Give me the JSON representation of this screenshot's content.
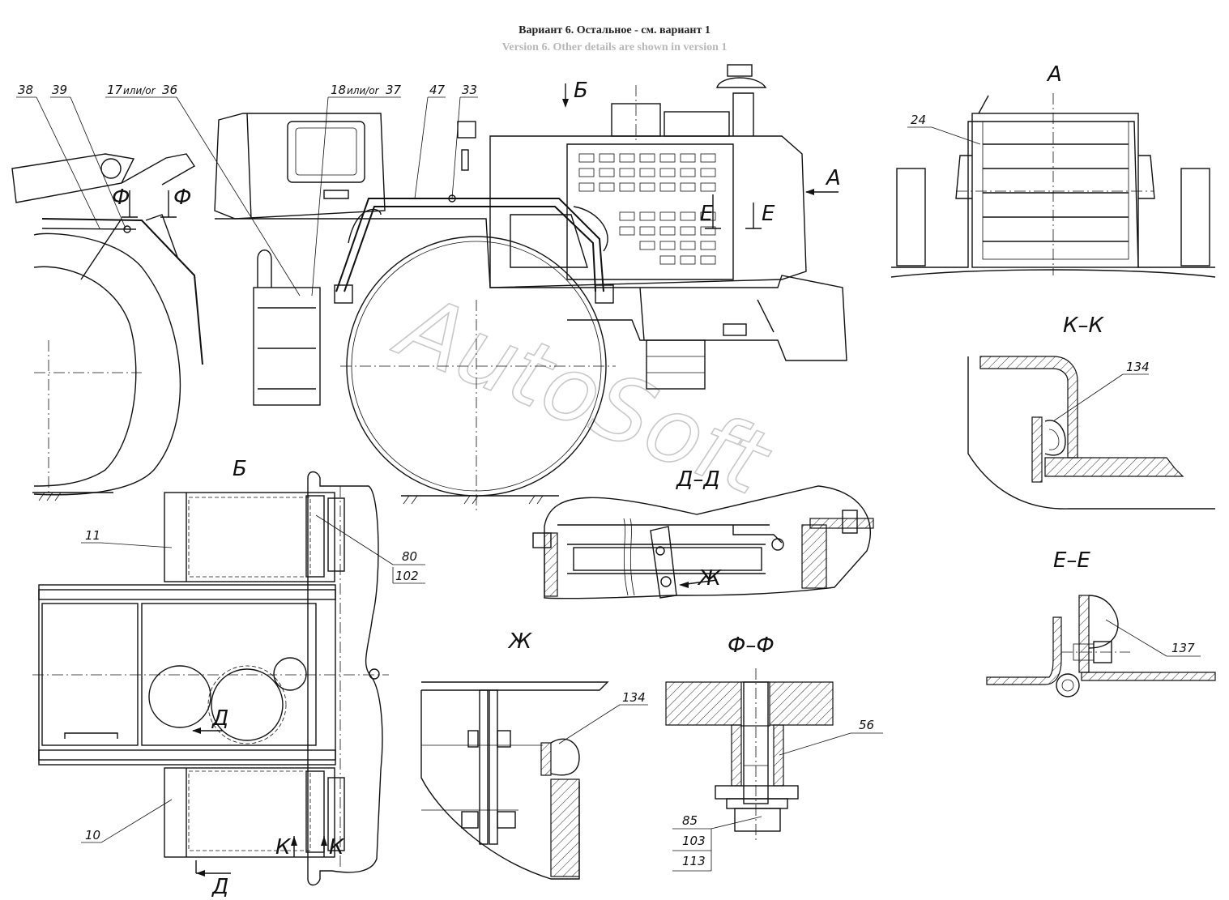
{
  "header": {
    "title_ru": "Вариант 6. Остальное - см. вариант 1",
    "title_en": "Version 6. Other details are shown in version 1"
  },
  "watermark": "AutoSoft",
  "views": {
    "a": "А",
    "b": "Б",
    "kk": "К–К",
    "ee": "Е–Е",
    "dd": "Д–Д",
    "zh": "Ж",
    "ff": "Ф–Ф"
  },
  "section_marks": {
    "b": "Б",
    "a": "А",
    "e": "Е",
    "f": "Ф",
    "k": "К",
    "d": "Д",
    "zh": "Ж"
  },
  "callouts": {
    "p38": "38",
    "p39": "39",
    "p17": "17",
    "p36": "36",
    "p18": "18",
    "p37": "37",
    "ili_or": "или/or",
    "p47": "47",
    "p33": "33",
    "p24": "24",
    "p134": "134",
    "p137": "137",
    "p11": "11",
    "p10": "10",
    "p80": "80",
    "p102": "102",
    "p56": "56",
    "p85": "85",
    "p103": "103",
    "p113": "113"
  }
}
